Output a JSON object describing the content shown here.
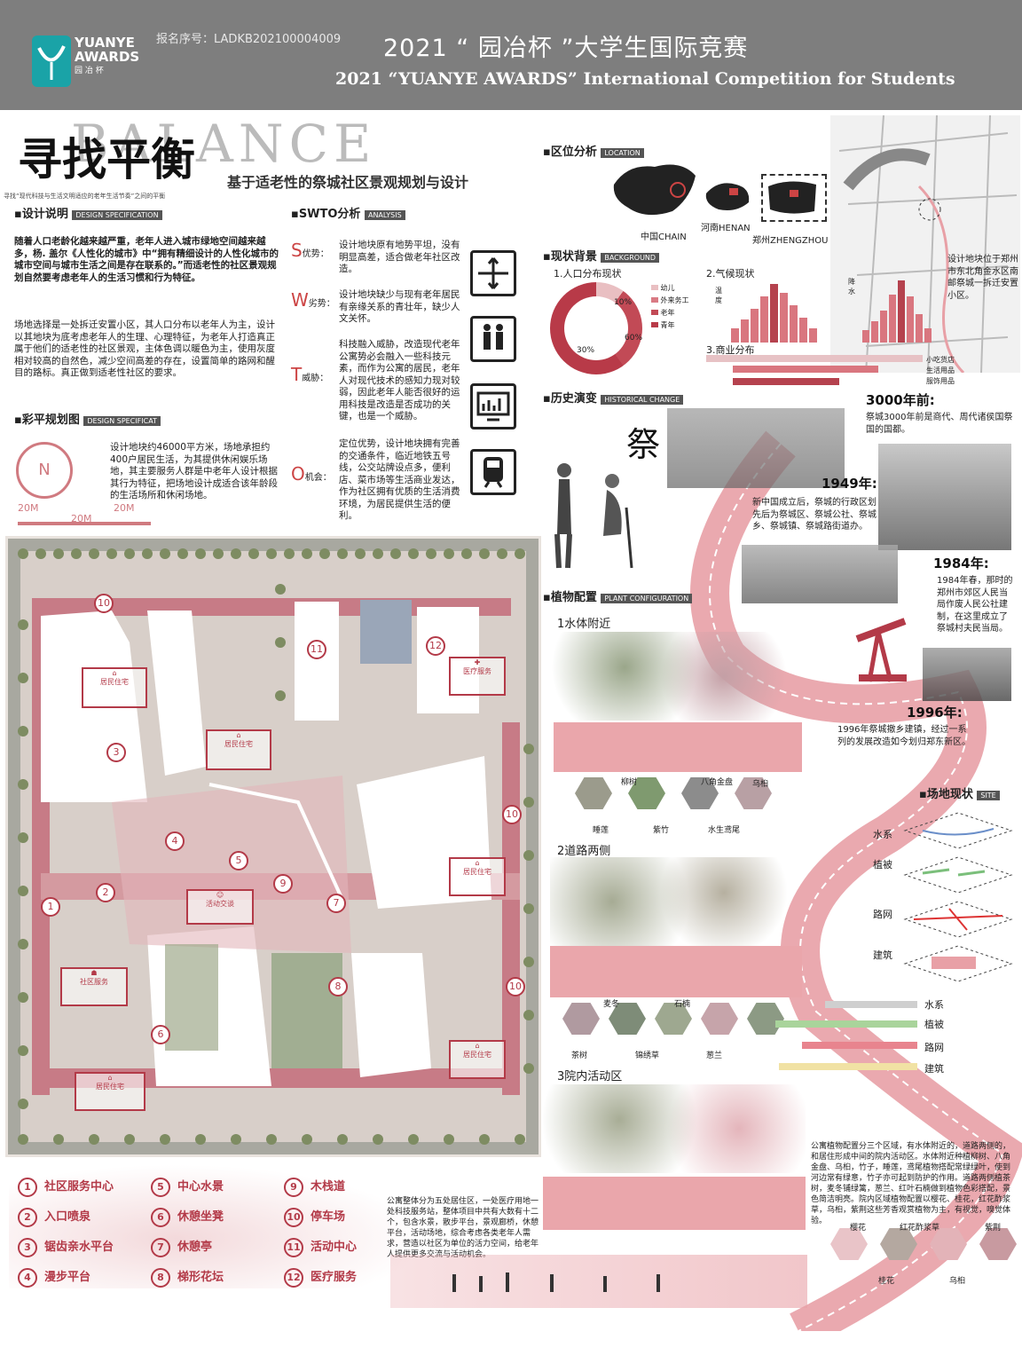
{
  "header": {
    "registration": "报名序号：LADKB202100004009",
    "title_cn": "2021 “ 园冶杯 ”大学生国际竞赛",
    "title_en": "2021 “YUANYE AWARDS” International Competition for Students",
    "logo_line1": "YUANYE",
    "logo_line2": "AWARDS",
    "logo_line3": "园 冶 杯"
  },
  "title": {
    "main": "寻找平衡",
    "bg": "BALANCE",
    "sub": "基于适老性的祭城社区景观规划与设计",
    "tag": "寻找“现代科技与生活文明适应的老年生活节奏”之间的平衡"
  },
  "design_spec": {
    "heading": "设计说明",
    "heading_en": "DESIGN SPECIFICATION",
    "p1": "随着人口老龄化越来越严重，老年人进入城市绿地空间越来越多，杨. 盖尔《人性化的城市》中“拥有精细设计的人性化城市的城市空间与城市生活之间是存在联系的。”而适老性的社区景观规划自然要考虑老年人的生活习惯和行为特征。",
    "p2": "场地选择是一处拆迁安置小区，其人口分布以老年人为主，设计以其地块为底考虑老年人的生理、心理特征，为老年人打造真正属于他们的适老性的社区景观，主体色调以暖色为主，使用灰度相对较高的自然色，减少空间高差的存在，设置简单的路网和醒目的路标。真正做到适老性社区的要求。"
  },
  "color_plan": {
    "heading": "彩平规划图",
    "heading_en": "DESIGN SPECIFICAT",
    "text": "设计地块约46000平方米，场地承担约400户居民生活，为其提供休闲娱乐场地，其主要服务人群是中老年人设计根据其行为特征，把场地设计成适合该年龄段的生活场所和休闲场地。",
    "north": "N",
    "scale1": "20M",
    "scale2": "20M",
    "scale3": "20M"
  },
  "swot": {
    "heading": "SWTO分析",
    "heading_en": "ANALYSIS",
    "items": [
      {
        "letter": "S",
        "label": "优势：",
        "text": "设计地块原有地势平坦，没有明显高差，适合做老年社区改造。"
      },
      {
        "letter": "W",
        "label": "劣势：",
        "text": "设计地块缺少与现有老年居民有亲缘关系的青壮年，缺少人文关怀。"
      },
      {
        "letter": "T",
        "label": "威胁：",
        "text": "科技融入威胁，改造现代老年公寓势必会融入一些科技元素，而作为公寓的居民，老年人对现代技术的感知力现对较弱，因此老年人能否很好的运用科技是改造是否成功的关键，也是一个威胁。"
      },
      {
        "letter": "O",
        "label": "机会：",
        "text": "定位优势，设计地块拥有完善的交通条件，临近地铁五号线，公交站牌设点多，便利店、菜市场等生活商业发达，作为社区拥有优质的生活消费环境，为居民提供生活的便利。"
      }
    ]
  },
  "location": {
    "heading": "区位分析",
    "heading_en": "LOCATION",
    "china": "中国CHAIN",
    "henan": "河南HENAN",
    "zhengzhou": "郑州ZHENGZHOU",
    "desc": "设计地块位于郑州市东北角金水区南邮祭城一拆迁安置小区。"
  },
  "background": {
    "heading": "现状背景",
    "heading_en": "BACKGROUND",
    "pop_title": "1.人口分布现状",
    "pop_legend": [
      "幼儿",
      "外来务工",
      "老年",
      "青年"
    ],
    "pop_pct": [
      "10%",
      "30%",
      "60%"
    ],
    "climate_title": "2.气候现状",
    "climate_y1": "温度",
    "climate_y2": "降水",
    "commerce_title": "3.商业分布",
    "commerce_labels": [
      "小吃货店",
      "生活用品",
      "服饰用品"
    ]
  },
  "history": {
    "heading": "历史演变",
    "heading_en": "HISTORICAL CHANGE",
    "glyph": "祭",
    "entries": [
      {
        "year": "3000年前:",
        "text": "祭城3000年前是商代、周代诸侯国祭国的国都。"
      },
      {
        "year": "1949年:",
        "text": "新中国成立后，祭城的行政区划先后为祭城区、祭城公社、祭城乡、祭城镇、祭城路街道办。"
      },
      {
        "year": "1984年:",
        "text": "1984年春，那时的郑州市郊区人民当局作废人民公社建制，在这里成立了祭城村夫民当局。"
      },
      {
        "year": "1996年:",
        "text": "1996年祭城撤乡建镇，经过一系列的发展改造如今划归郑东新区。"
      }
    ]
  },
  "plants": {
    "heading": "植物配置",
    "heading_en": "PLANT CONFIGURATION",
    "s1": "1水体附近",
    "s1_labels": [
      "柳树",
      "八角金盘",
      "乌桕",
      "睡莲",
      "紫竹",
      "水生鸢尾"
    ],
    "s2": "2道路两侧",
    "s2_labels": [
      "麦冬",
      "石楠",
      "茶树",
      "锦绣草",
      "葱兰"
    ],
    "s3": "3院内活动区",
    "s3_labels": [
      "樱花",
      "红花酢浆草",
      "紫荆",
      "桂花",
      "乌桕"
    ],
    "desc": "公寓植物配置分三个区域，有水体附近的，道路两侧的，和居住形成中间的院内活动区。水体附近种植柳树、八角金盘、乌桕，竹子，睡莲，鸢尾植物搭配常绿绿叶，使到河边常有绿意，竹子亦可起到防护的作用。道路两侧植茶树，麦冬铺绿篱，葱兰、红叶石楠做到植物色彩搭配，景色简洁明亮。院内区域植物配置以樱花、桂花，红花酢浆草，乌桕，紫荆这些芳香观赏植物为主，有视觉，嗅觉体验。",
    "mid_desc": "公寓整体分为五处居住区，一处医疗用地一处科技服务站，整体项目中共有大数有十二个，包含水景，散步平台，景观廊桥，休憩平台，活动场地，综合考虑各类老年人需求，营造以社区为单位的活力空间，给老年人提供更多交流与活动机会。"
  },
  "site": {
    "heading": "场地现状",
    "heading_en": "SITE",
    "layers": [
      "水系",
      "植被",
      "路网",
      "建筑"
    ],
    "legend": [
      "水系",
      "植被",
      "路网",
      "建筑"
    ]
  },
  "plan_labels": {
    "res": "居民住宅",
    "med": "医疗服务",
    "act": "活动交谈",
    "svc": "社区服务"
  },
  "legend": [
    {
      "n": "1",
      "t": "社区服务中心"
    },
    {
      "n": "2",
      "t": "入口喷泉"
    },
    {
      "n": "3",
      "t": "锯齿亲水平台"
    },
    {
      "n": "4",
      "t": "漫步平台"
    },
    {
      "n": "5",
      "t": "中心水景"
    },
    {
      "n": "6",
      "t": "休憩坐凳"
    },
    {
      "n": "7",
      "t": "休憩亭"
    },
    {
      "n": "8",
      "t": "梯形花坛"
    },
    {
      "n": "9",
      "t": "木栈道"
    },
    {
      "n": "10",
      "t": "停车场"
    },
    {
      "n": "11",
      "t": "活动中心"
    },
    {
      "n": "12",
      "t": "医疗服务"
    }
  ]
}
